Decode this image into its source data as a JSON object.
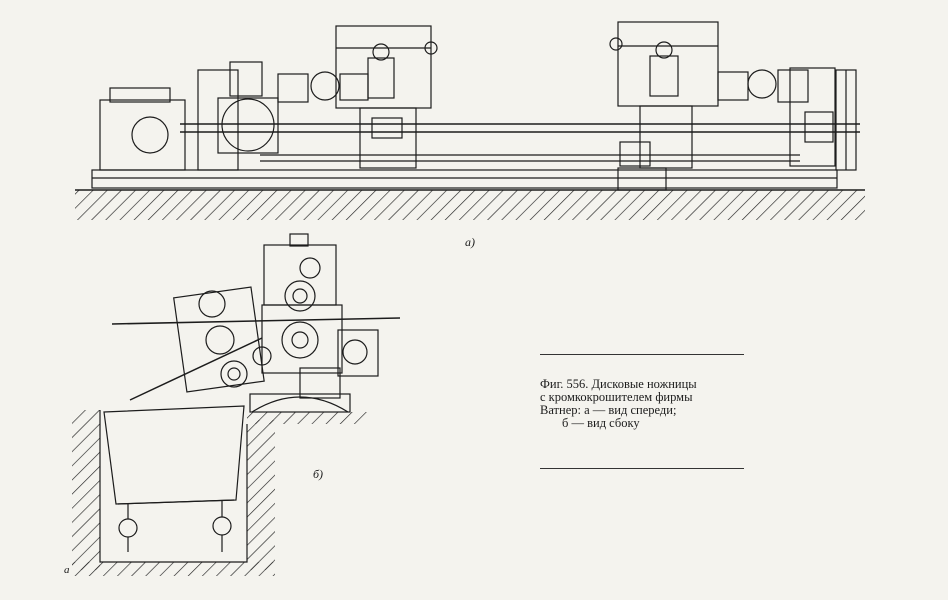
{
  "figure": {
    "label_a": "а)",
    "label_b": "б)",
    "corner_mark": "а",
    "caption": {
      "line1": "Фиг. 556. Дисковые ножницы",
      "line2": "с кромкокрошителем фирмы",
      "line3": "Ватнер: а — вид спереди;",
      "line4": "б — вид сбоку"
    }
  },
  "colors": {
    "paper": "#f4f3ee",
    "ink": "#1c1c1c"
  }
}
